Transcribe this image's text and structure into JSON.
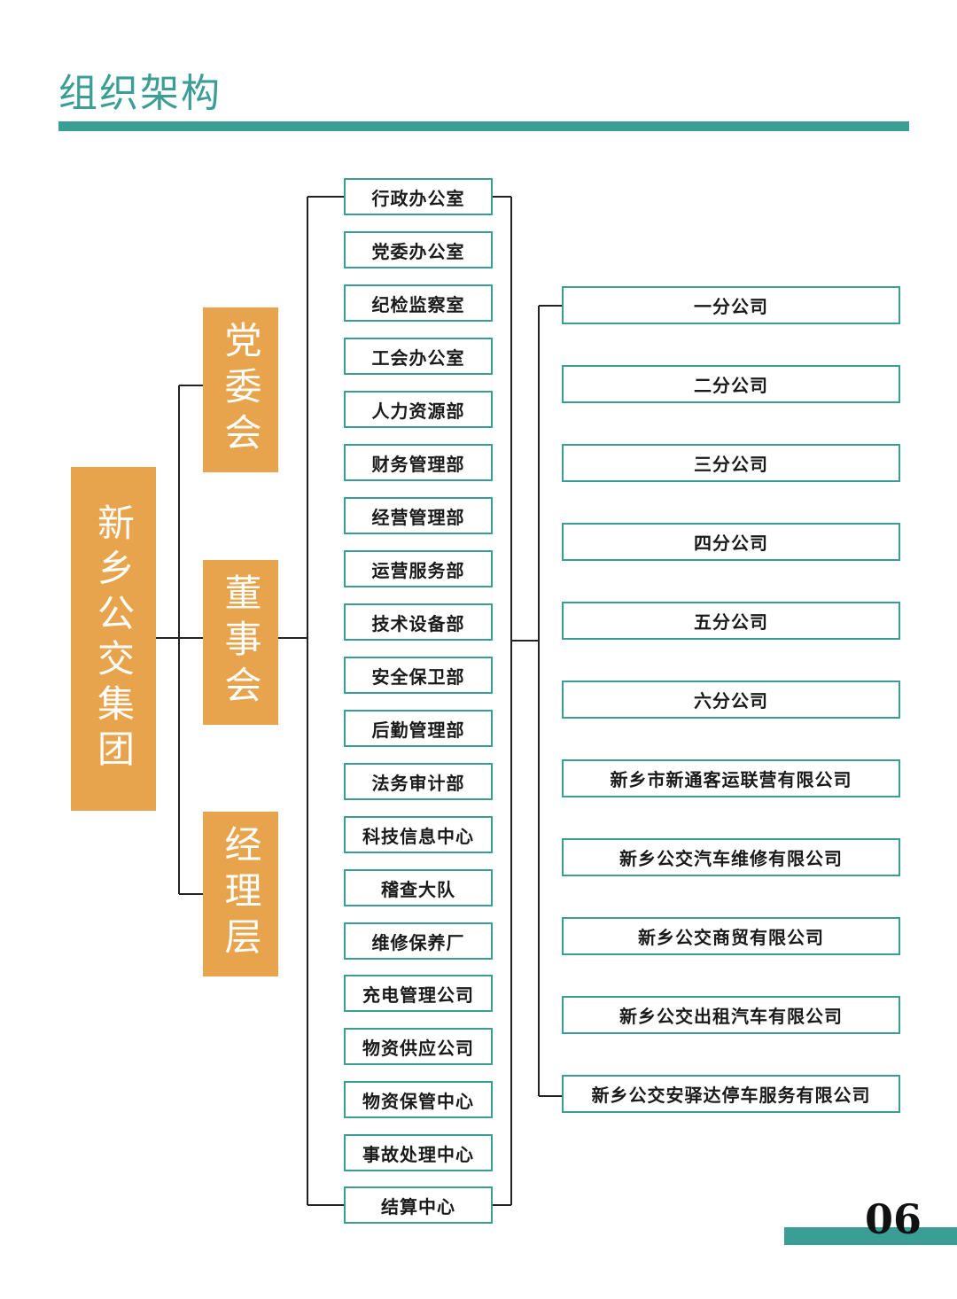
{
  "title": "组织架构",
  "root": "新乡公交集团",
  "levels": [
    "党委会",
    "董事会",
    "经理层"
  ],
  "departments": [
    "行政办公室",
    "党委办公室",
    "纪检监察室",
    "工会办公室",
    "人力资源部",
    "财务管理部",
    "经营管理部",
    "运营服务部",
    "技术设备部",
    "安全保卫部",
    "后勤管理部",
    "法务审计部",
    "科技信息中心",
    "稽查大队",
    "维修保养厂",
    "充电管理公司",
    "物资供应公司",
    "物资保管中心",
    "事故处理中心",
    "结算中心"
  ],
  "subsidiaries": [
    "一分公司",
    "二分公司",
    "三分公司",
    "四分公司",
    "五分公司",
    "六分公司",
    "新乡市新通客运联营有限公司",
    "新乡公交汽车维修有限公司",
    "新乡公交商贸有限公司",
    "新乡公交出租汽车有限公司",
    "新乡公交安驿达停车服务有限公司"
  ],
  "page_number": "06",
  "colors": {
    "accent": "#3a9e94",
    "box_fill": "#e8a44d",
    "connector": "#222222"
  }
}
